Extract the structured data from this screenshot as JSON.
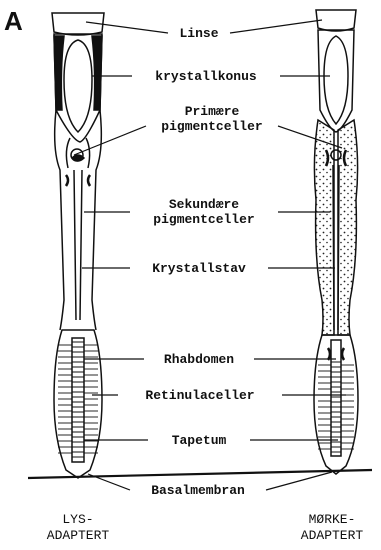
{
  "figure": {
    "panel_letter": "A",
    "labels": {
      "linse": "Linse",
      "krystallkonus": "krystallkonus",
      "primaere_1": "Primære",
      "primaere_2": "pigmentceller",
      "sekundaere_1": "Sekundære",
      "sekundaere_2": "pigmentceller",
      "krystallstav": "Krystallstav",
      "rhabdomen": "Rhabdomen",
      "retinulaceller": "Retinulaceller",
      "tapetum": "Tapetum",
      "basalmembran": "Basalmembran"
    },
    "captions": {
      "left_1": "LYS-",
      "left_2": "ADAPTERT",
      "right_1": "MØRKE-",
      "right_2": "ADAPTERT"
    }
  }
}
